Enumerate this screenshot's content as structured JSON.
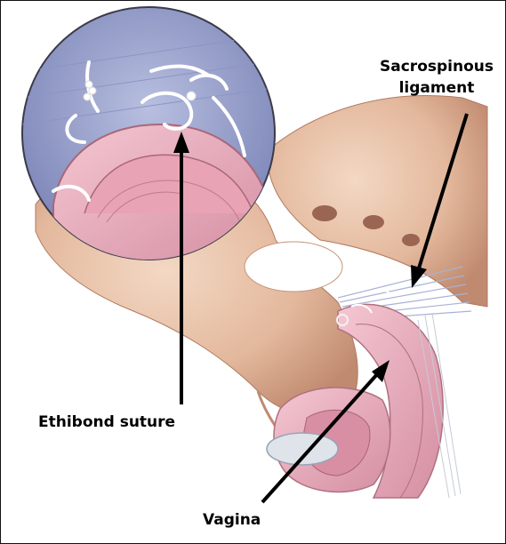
{
  "labels": {
    "sacrospinous_line1": "Sacrospinous",
    "sacrospinous_line2": "ligament",
    "ethibond": "Ethibond suture",
    "vagina": "Vagina"
  },
  "colors": {
    "bone": "#e8c3aa",
    "bone_shadow": "#c48f74",
    "tissue_pink": "#eab0bf",
    "tissue_dark": "#c07a8e",
    "ligament_blue": "#a7b2d6",
    "arrow": "#000000"
  }
}
